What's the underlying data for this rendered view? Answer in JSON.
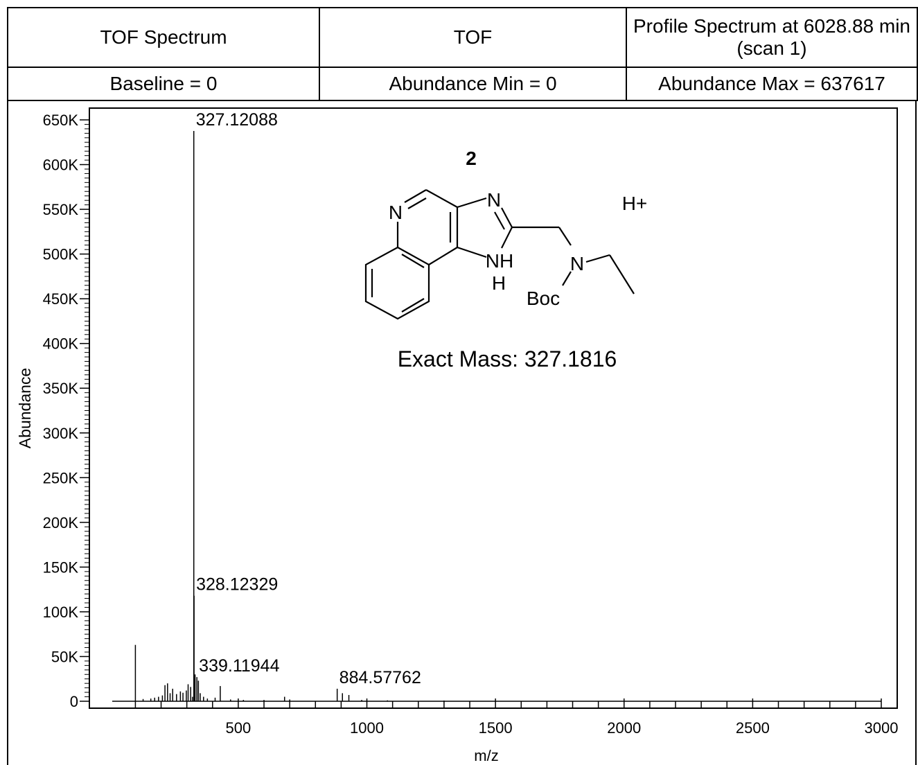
{
  "header": {
    "row1": [
      "TOF Spectrum",
      "TOF",
      "Profile Spectrum at 6028.88 min (scan 1)"
    ],
    "row2": [
      "Baseline = 0",
      "Abundance Min = 0",
      "Abundance Max = 637617"
    ]
  },
  "structure": {
    "compound_number": "2",
    "atom_n1": "N",
    "atom_n2": "N",
    "atom_nh": "NH",
    "atom_h": "H",
    "atom_n_amine": "N",
    "atom_boc": "Boc",
    "charge": "H+",
    "exact_mass": "Exact Mass: 327.1816"
  },
  "chart_data": {
    "type": "line",
    "xlabel": "m/z",
    "ylabel": "Abundance",
    "xlim": [
      10,
      3000
    ],
    "ylim": [
      0,
      660000
    ],
    "x_ticks": [
      500,
      1000,
      1500,
      2000,
      2500,
      3000
    ],
    "y_tick_labels": [
      "0",
      "50K",
      "100K",
      "150K",
      "200K",
      "250K",
      "300K",
      "350K",
      "400K",
      "450K",
      "500K",
      "550K",
      "600K",
      "650K"
    ],
    "y_ticks": [
      0,
      50000,
      100000,
      150000,
      200000,
      250000,
      300000,
      350000,
      400000,
      450000,
      500000,
      550000,
      600000,
      650000
    ],
    "grid": false,
    "peaks": [
      {
        "mz": 100,
        "abundance": 63000
      },
      {
        "mz": 130,
        "abundance": 2500
      },
      {
        "mz": 160,
        "abundance": 3000
      },
      {
        "mz": 175,
        "abundance": 4000
      },
      {
        "mz": 190,
        "abundance": 5000
      },
      {
        "mz": 205,
        "abundance": 6500
      },
      {
        "mz": 215,
        "abundance": 18000
      },
      {
        "mz": 225,
        "abundance": 20000
      },
      {
        "mz": 235,
        "abundance": 9000
      },
      {
        "mz": 245,
        "abundance": 14000
      },
      {
        "mz": 260,
        "abundance": 8000
      },
      {
        "mz": 275,
        "abundance": 11000
      },
      {
        "mz": 285,
        "abundance": 9500
      },
      {
        "mz": 298,
        "abundance": 12000
      },
      {
        "mz": 305,
        "abundance": 19000
      },
      {
        "mz": 315,
        "abundance": 16000
      },
      {
        "mz": 322,
        "abundance": 5000
      },
      {
        "mz": 327.12088,
        "abundance": 637617
      },
      {
        "mz": 328.12329,
        "abundance": 118000
      },
      {
        "mz": 332,
        "abundance": 30000
      },
      {
        "mz": 339.11944,
        "abundance": 27000
      },
      {
        "mz": 345,
        "abundance": 23000
      },
      {
        "mz": 352,
        "abundance": 9000
      },
      {
        "mz": 365,
        "abundance": 5000
      },
      {
        "mz": 380,
        "abundance": 3000
      },
      {
        "mz": 410,
        "abundance": 4000
      },
      {
        "mz": 430,
        "abundance": 17000
      },
      {
        "mz": 470,
        "abundance": 2000
      },
      {
        "mz": 520,
        "abundance": 1500
      },
      {
        "mz": 600,
        "abundance": 1500
      },
      {
        "mz": 680,
        "abundance": 5000
      },
      {
        "mz": 700,
        "abundance": 2000
      },
      {
        "mz": 884.57762,
        "abundance": 14000
      },
      {
        "mz": 905,
        "abundance": 9000
      },
      {
        "mz": 930,
        "abundance": 7000
      },
      {
        "mz": 980,
        "abundance": 1500
      },
      {
        "mz": 1080,
        "abundance": 1000
      },
      {
        "mz": 1300,
        "abundance": 800
      },
      {
        "mz": 1500,
        "abundance": 600
      }
    ],
    "annotations": [
      {
        "mz": 327.12088,
        "label": "327.12088",
        "label_abundance": 637617
      },
      {
        "mz": 328.12329,
        "label": "328.12329",
        "label_abundance": 118000
      },
      {
        "mz": 339.11944,
        "label": "339.11944",
        "label_abundance": 27000
      },
      {
        "mz": 884.57762,
        "label": "884.57762",
        "label_abundance": 14000
      }
    ]
  }
}
